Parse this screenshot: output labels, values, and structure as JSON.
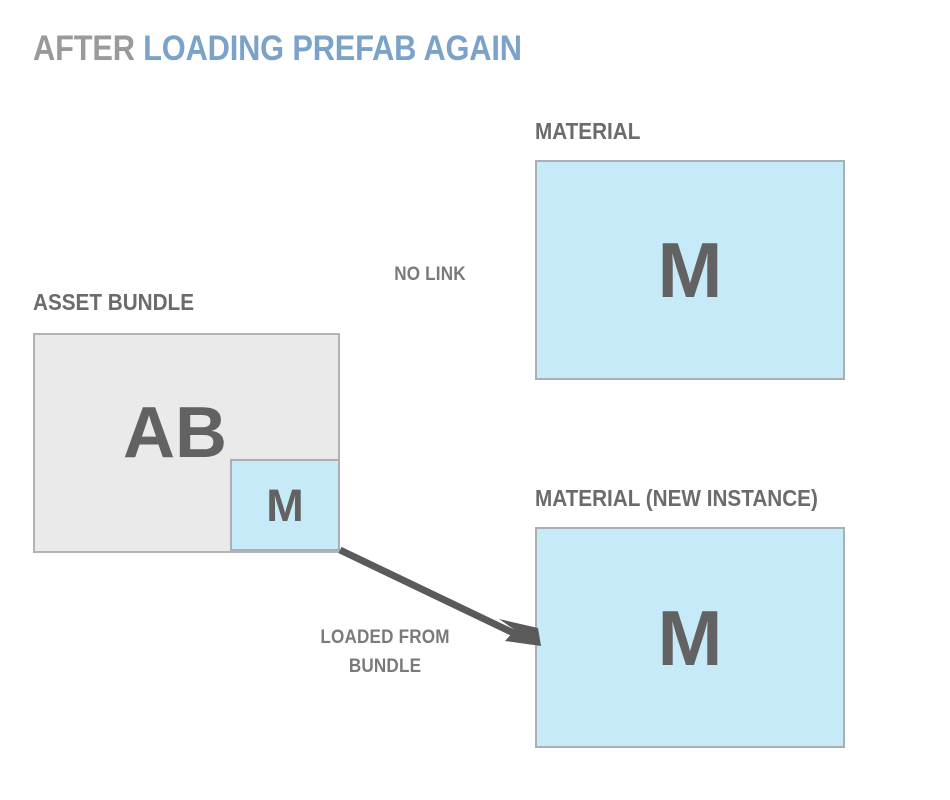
{
  "title": {
    "prefix": "AFTER",
    "highlight": "LOADING PREFAB AGAIN"
  },
  "colors": {
    "title_gray": "#9a9a9a",
    "title_blue": "#7ba2c9",
    "box_blue_fill": "#c6eaf8",
    "box_gray_fill": "#eaeaea",
    "box_border": "#a9afb3",
    "glyph_gray": "#626262",
    "caption_gray": "#6b6b6b",
    "arrow_gray": "#5a5a5a"
  },
  "nodes": {
    "material": {
      "caption": "MATERIAL",
      "glyph": "M"
    },
    "asset_bundle": {
      "caption": "ASSET BUNDLE",
      "glyph": "AB"
    },
    "bundled_material": {
      "glyph": "M"
    },
    "material_new_instance": {
      "caption": "MATERIAL (NEW INSTANCE)",
      "glyph": "M"
    }
  },
  "annotations": {
    "no_link": "NO LINK",
    "loaded_from_bundle_line1": "LOADED FROM",
    "loaded_from_bundle_line2": "BUNDLE"
  }
}
